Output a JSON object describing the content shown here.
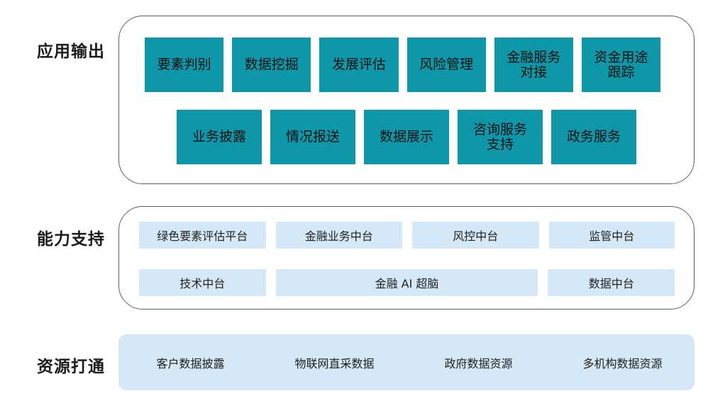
{
  "tiers": [
    {
      "key": "application_output",
      "label": "应用输出"
    },
    {
      "key": "capability_support",
      "label": "能力支持"
    },
    {
      "key": "resource_integration",
      "label": "资源打通"
    }
  ],
  "application_output": {
    "row1": [
      {
        "label": "要素判别"
      },
      {
        "label": "数据挖掘"
      },
      {
        "label": "发展评估"
      },
      {
        "label": "风险管理"
      },
      {
        "label": "金融服务\n对接"
      },
      {
        "label": "资金用途\n跟踪"
      }
    ],
    "row2": [
      {
        "label": "业务披露"
      },
      {
        "label": "情况报送"
      },
      {
        "label": "数据展示"
      },
      {
        "label": "咨询服务\n支持"
      },
      {
        "label": "政务服务"
      }
    ]
  },
  "capability_support": {
    "row1": [
      {
        "label": "绿色要素评估平台",
        "flex": 182
      },
      {
        "label": "金融业务中台",
        "flex": 182
      },
      {
        "label": "风控中台",
        "flex": 182
      },
      {
        "label": "监管中台",
        "flex": 181
      }
    ],
    "row2": [
      {
        "label": "技术中台",
        "flex": 182
      },
      {
        "label": "金融 AI 超脑",
        "flex": 377
      },
      {
        "label": "数据中台",
        "flex": 182
      }
    ]
  },
  "resource_integration": {
    "items": [
      {
        "label": "客户数据披露"
      },
      {
        "label": "物联网直采数据"
      },
      {
        "label": "政府数据资源"
      },
      {
        "label": "多机构数据资源"
      }
    ]
  },
  "colors": {
    "teal_chip": "#0d97a8",
    "light_blue_chip": "#d4e8f7",
    "outline_stroke": "#5f5f5f",
    "label_text": "#1b1b1b",
    "body_text": "#1f1f1f",
    "background": "#ffffff"
  }
}
